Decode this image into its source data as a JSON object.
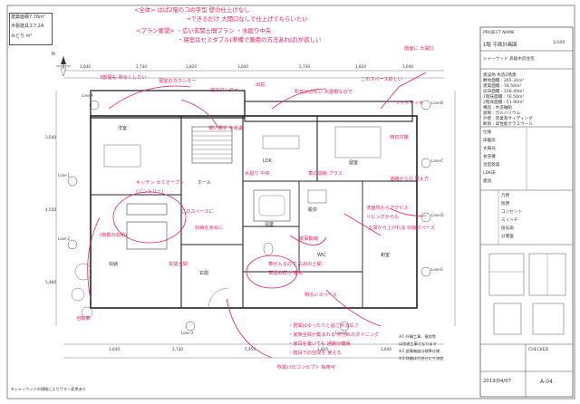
{
  "meta": {
    "stamp_lines": [
      "建築面積7.76m²",
      "木製建具工7.2A",
      "みどり m²"
    ]
  },
  "notes_top": {
    "line1": "<全体> はば2階のコの字型 壁の仕上げなし",
    "line2": "→できるだけ 大開口なしで仕上げてもらいたい",
    "line3": "<プラン要望> ・広い玄関土間プラン ・水廻り中央",
    "line4": "・寝室はセミダブル(準備で兼用の方法あれば)が欲しい"
  },
  "plan_labels": {
    "dimensions_top": [
      "3,640",
      "2,730",
      "1,820",
      "3,640",
      "2,730",
      "1,820",
      "3,640"
    ],
    "dimensions_bottom": [
      "3,640",
      "2,730",
      "5,455",
      "1,820",
      "3,640"
    ],
    "dimensions_left": [
      "3,640",
      "4,550",
      "5,460"
    ],
    "north": "N",
    "room_labels": [
      "洋室",
      "LDK",
      "寝室",
      "浴室",
      "脱衣",
      "玄関",
      "ホール",
      "WIC",
      "和室",
      "収納"
    ],
    "grid_labels": [
      "Line-A",
      "Line-B",
      "Line-C",
      "Line-D",
      "Line-E",
      "Line-1",
      "Line-2",
      "Line-3",
      "Line-4"
    ]
  },
  "red_annotations": [
    "3部屋も 明るくしたい",
    "寝室のカウンター",
    "窓カウンター",
    "出窓",
    "吹抜けのない 大屋根なので",
    "このスペース欲しい",
    "キッチン セミオープン",
    "(パントリー)",
    "(物置の収納)",
    "収納を多めに",
    "水廻り 中央",
    "車の収納 プラス",
    "土間から上がれる 収納スペース",
    "家事動線",
    "洗面所からアクセス",
    "リビングからも",
    "使い勝手 を考慮",
    "ウッドデッキ",
    "玄関土間",
    "このスペースに",
    "自転車",
    "車が入るので 広めの土間",
    "玄関の広さ 優先",
    "明るいスペース",
    "・居間はゆったりと過ごせる広さ",
    "・家族全員が集まれる 大きめのダイニング",
    "・家具を置いても 通路が確保",
    "・階段下の空間を 使える",
    "吹抜けのコンセプト 採用可",
    "道路からの 見え方",
    "西日対策",
    "南面に 大開口"
  ],
  "title_block": {
    "project_label": "PROJECT NAME",
    "sheet_title": "1階 平面計画図",
    "scale": "1/100",
    "company": "シャーウッド 高級木造住宅",
    "rows": [
      "建設地 木造2階建",
      "敷地面積 : 265.31m²",
      "建築面積 : 76.50m²",
      "延床面積 : 128.40m²",
      "1階床面積 : 76.50m²",
      "2階床面積 : 51.90m²",
      "構造 : 木造軸組",
      "屋根 : ガルバリウム",
      "外壁 : 窯業系サイディング",
      "断熱 : 高性能グラスウール"
    ],
    "spec_table_header": "仕様",
    "spec_rows": [
      "床暖房",
      "太陽光",
      "食洗機",
      "浴室乾燥",
      "LDK床",
      "建具"
    ],
    "legend_title": "凡例",
    "legend_rows": [
      "照明",
      "コンセント",
      "スイッチ",
      "換気扇",
      "分電盤"
    ],
    "date": "2019/04/07",
    "sheet_no": "A-04",
    "check": "CHECKED"
  },
  "footer_note": "※シャーウッドの規格によりプラン変更あり",
  "bottom_notes": [
    "※1 外構工事、植栽等",
    "は別途工事となります",
    "※2 設備機器は標準仕様",
    "※3 詳細は打合せにて決定"
  ]
}
